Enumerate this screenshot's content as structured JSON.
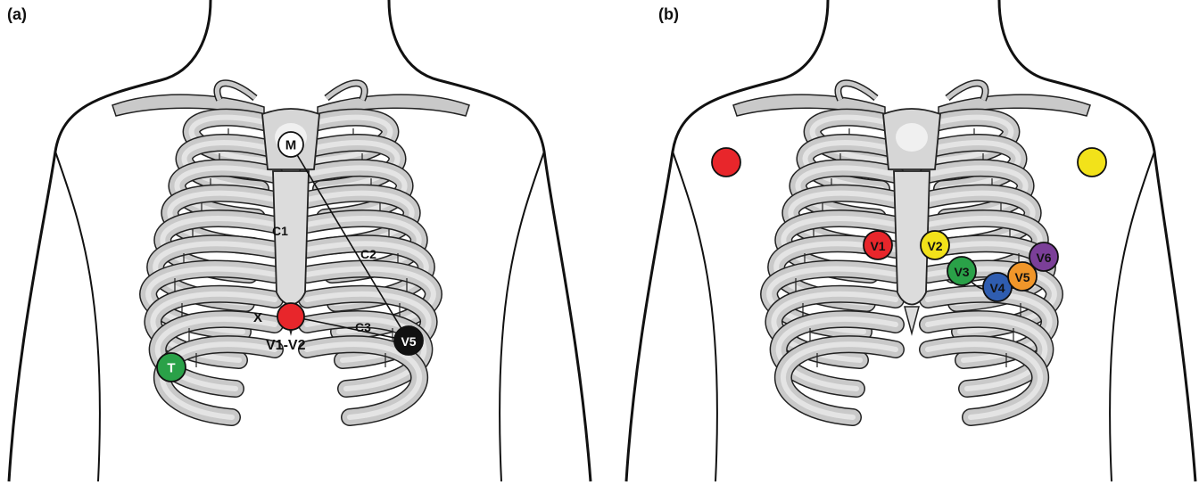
{
  "panels": [
    {
      "label": "(a)",
      "electrodes": [
        {
          "name": "electrode-m",
          "text": "M",
          "color": "#ffffff",
          "text_color": "#111111"
        },
        {
          "name": "electrode-v1-v2",
          "text": "",
          "color": "#e8262b",
          "text_color": "#ffffff"
        },
        {
          "name": "electrode-v5",
          "text": "V5",
          "color": "#111111",
          "text_color": "#ffffff"
        },
        {
          "name": "electrode-t",
          "text": "T",
          "color": "#2aa148",
          "text_color": "#ffffff"
        }
      ],
      "labels": {
        "c1": "C1",
        "c2": "C2",
        "c3": "C3",
        "x": "X",
        "v1v2": "V1-V2"
      }
    },
    {
      "label": "(b)",
      "electrodes": [
        {
          "name": "electrode-right-arm",
          "text": "",
          "color": "#e8262b",
          "text_color": "#ffffff"
        },
        {
          "name": "electrode-left-arm",
          "text": "",
          "color": "#f2e21a",
          "text_color": "#111111"
        },
        {
          "name": "electrode-v1",
          "text": "V1",
          "color": "#e8262b",
          "text_color": "#111111"
        },
        {
          "name": "electrode-v2",
          "text": "V2",
          "color": "#f2e21a",
          "text_color": "#111111"
        },
        {
          "name": "electrode-v3",
          "text": "V3",
          "color": "#2aa148",
          "text_color": "#111111"
        },
        {
          "name": "electrode-v4",
          "text": "V4",
          "color": "#2f5db0",
          "text_color": "#111111"
        },
        {
          "name": "electrode-v5",
          "text": "V5",
          "color": "#f0962a",
          "text_color": "#111111"
        },
        {
          "name": "electrode-v6",
          "text": "V6",
          "color": "#7b3f98",
          "text_color": "#111111"
        }
      ]
    }
  ]
}
